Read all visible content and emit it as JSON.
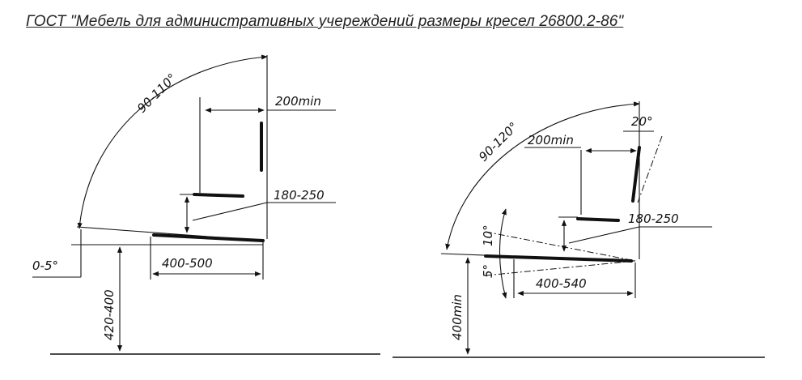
{
  "title": "ГОСТ \"Мебель для административных учереждений размеры кресел 26800.2-86\"",
  "left_chair": {
    "back_angle": "90-110°",
    "back_height": "200min",
    "seat_to_armrest": "180-250",
    "seat_tilt": "0-5°",
    "seat_depth": "400-500",
    "seat_height": "420-400"
  },
  "right_chair": {
    "back_angle": "90-120°",
    "back_height": "200min",
    "back_tilt": "20°",
    "seat_to_armrest": "180-250",
    "upper_angle": "10°",
    "lower_angle": "5°",
    "seat_depth": "400-540",
    "seat_height": "400min"
  }
}
